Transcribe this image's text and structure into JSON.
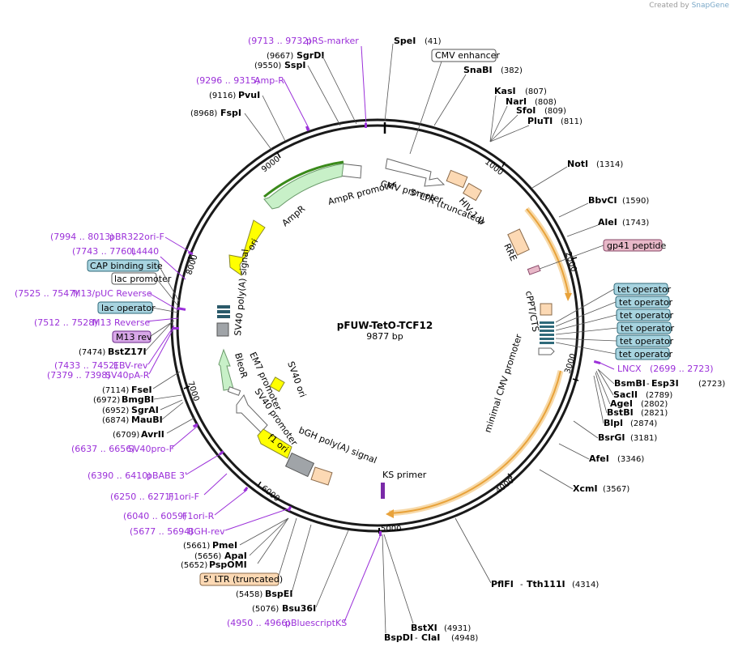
{
  "credit": {
    "prefix": "Created by",
    "brand": "SnapGene"
  },
  "plasmid": {
    "name": "pFUW-TetO-TCF12",
    "length": "9877 bp"
  },
  "ticks": [
    "1000",
    "2000",
    "3000",
    "4000",
    "5000",
    "6000",
    "7000",
    "8000",
    "9000"
  ],
  "features": {
    "cmv_promoter": "CMV promoter",
    "ltr5": "5' LTR (truncated)",
    "hiv": "HIV-1 Ψ",
    "rre": "RRE",
    "cppt": "cPPT/CTS",
    "min_cmv": "minimal CMV promoter",
    "ampr_promoter": "AmpR promoter",
    "ampr": "AmpR",
    "ori": "ori",
    "sv40pa": "SV40 poly(A) signal",
    "bleor": "BleoR",
    "em7": "EM7 promoter",
    "sv40_promoter": "SV40 promoter",
    "sv40_ori": "SV40 ori",
    "f1ori": "f1 ori",
    "bgh": "bGH poly(A) signal",
    "ks": "KS primer"
  },
  "sites_bold": {
    "SpeI": {
      "name": "SpeI",
      "pos": "(41)"
    },
    "SnaBI": {
      "name": "SnaBI",
      "pos": "(382)"
    },
    "KasI": {
      "name": "KasI",
      "pos": "(807)"
    },
    "NarI": {
      "name": "NarI",
      "pos": "(808)"
    },
    "SfoI": {
      "name": "SfoI",
      "pos": "(809)"
    },
    "PluTI": {
      "name": "PluTI",
      "pos": "(811)"
    },
    "NotI": {
      "name": "NotI",
      "pos": "(1314)"
    },
    "BbvCI": {
      "name": "BbvCI",
      "pos": "(1590)"
    },
    "AleI": {
      "name": "AleI",
      "pos": "(1743)"
    },
    "BsmBI": {
      "name": "BsmBI",
      "name2": "Esp3I",
      "pos": "(2723)"
    },
    "SacII": {
      "name": "SacII",
      "pos": "(2789)"
    },
    "AgeI": {
      "name": "AgeI",
      "pos": "(2802)"
    },
    "BstBI": {
      "name": "BstBI",
      "pos": "(2821)"
    },
    "BlpI": {
      "name": "BlpI",
      "pos": "(2874)"
    },
    "BsrGI": {
      "name": "BsrGI",
      "pos": "(3181)"
    },
    "AfeI": {
      "name": "AfeI",
      "pos": "(3346)"
    },
    "XcmI": {
      "name": "XcmI",
      "pos": "(3567)"
    },
    "PflFI": {
      "name": "PflFI",
      "name2": "Tth111I",
      "pos": "(4314)"
    },
    "BstXI": {
      "name": "BstXI",
      "pos": "(4931)"
    },
    "BspDI": {
      "name": "BspDI",
      "name2": "ClaI",
      "pos": "(4948)"
    },
    "Bsu36I": {
      "name": "Bsu36I",
      "pos": "(5076)"
    },
    "BspEI": {
      "name": "BspEI",
      "pos": "(5458)"
    },
    "PspOMI": {
      "name": "PspOMI",
      "pos": "(5652)"
    },
    "ApaI": {
      "name": "ApaI",
      "pos": "(5656)"
    },
    "PmeI": {
      "name": "PmeI",
      "pos": "(5661)"
    },
    "AvrII": {
      "name": "AvrII",
      "pos": "(6709)"
    },
    "MauBI": {
      "name": "MauBI",
      "pos": "(6874)"
    },
    "SgrAI": {
      "name": "SgrAI",
      "pos": "(6952)"
    },
    "BmgBI": {
      "name": "BmgBI",
      "pos": "(6972)"
    },
    "FseI": {
      "name": "FseI",
      "pos": "(7114)"
    },
    "BstZ17I": {
      "name": "BstZ17I",
      "pos": "(7474)"
    },
    "FspI": {
      "name": "FspI",
      "pos": "(8968)"
    },
    "PvuI": {
      "name": "PvuI",
      "pos": "(9116)"
    },
    "SspI": {
      "name": "SspI",
      "pos": "(9550)"
    },
    "SgrDI": {
      "name": "SgrDI",
      "pos": "(9667)"
    }
  },
  "primers": {
    "pRS": {
      "name": "pRS-marker",
      "range": "(9713 .. 9732)"
    },
    "AmpR_p": {
      "name": "Amp-R",
      "range": "(9296 .. 9315)"
    },
    "pBR": {
      "name": "pBR322ori-F",
      "range": "(7994 .. 8013)"
    },
    "L4440": {
      "name": "L4440",
      "range": "(7743 .. 7760)"
    },
    "M13pUC": {
      "name": "M13/pUC Reverse",
      "range": "(7525 .. 7547)"
    },
    "M13Rev": {
      "name": "M13 Reverse",
      "range": "(7512 .. 7528)"
    },
    "EBV": {
      "name": "EBV-rev",
      "range": "(7433 .. 7452)"
    },
    "SV40pAR": {
      "name": "SV40pA-R",
      "range": "(7379 .. 7398)"
    },
    "SV40proF": {
      "name": "SV40pro-F",
      "range": "(6637 .. 6656)"
    },
    "pBABE": {
      "name": "pBABE 3'",
      "range": "(6390 .. 6410)"
    },
    "F1oriF": {
      "name": "F1ori-F",
      "range": "(6250 .. 6271)"
    },
    "F1oriR": {
      "name": "F1ori-R",
      "range": "(6040 .. 6059)"
    },
    "BGHrev": {
      "name": "BGH-rev",
      "range": "(5677 .. 5694)"
    },
    "pBlue": {
      "name": "pBluescriptKS",
      "range": "(4950 .. 4966)"
    },
    "LNCX": {
      "name": "LNCX",
      "range": "(2699 .. 2723)"
    }
  },
  "boxed": {
    "cmv_enh": "CMV enhancer",
    "gp41": "gp41 peptide",
    "teto": "tet operator",
    "cap": "CAP binding site",
    "lacp": "lac promoter",
    "laco": "lac operator",
    "m13rev": "M13 rev",
    "ltr5box": "5' LTR (truncated)"
  },
  "colors": {
    "backbone": "#1a1a1a",
    "primer": "#9b30d9",
    "orange_arc": "#e8a23a",
    "green_arc": "#3a8a1a",
    "ampr_fill": "#c8f0c8",
    "ori_fill": "#ffff00",
    "peach": "#fcd9b4",
    "teal_box": "#a8d4e0",
    "gp41_box": "#e8b8c8",
    "m13_box": "#d8a8e8",
    "grey_fill": "#a0a4a8"
  }
}
